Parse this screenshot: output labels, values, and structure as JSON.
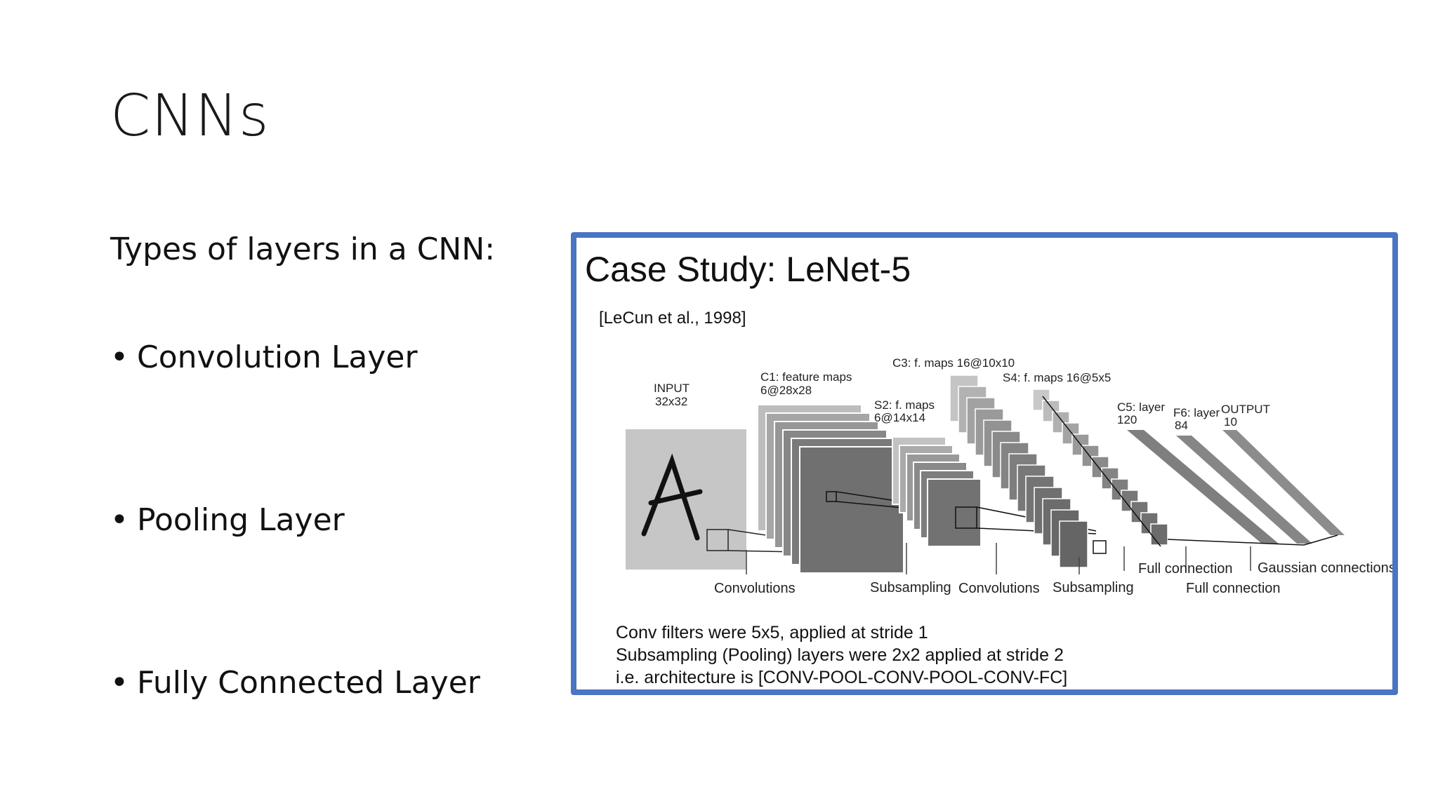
{
  "slide": {
    "title": "CNNs",
    "intro": "Types of layers in a CNN:",
    "bullets": [
      "Convolution Layer",
      "Pooling Layer",
      "Fully Connected Layer"
    ],
    "bullet_symbol": "•"
  },
  "figure": {
    "title": "Case Study: LeNet-5",
    "citation": "[LeCun et al., 1998]",
    "layer_labels": {
      "input": [
        "INPUT",
        "32x32"
      ],
      "c1": [
        "C1: feature maps",
        "6@28x28"
      ],
      "s2": [
        "S2: f. maps",
        "6@14x14"
      ],
      "c3": [
        "C3: f. maps 16@10x10"
      ],
      "s4": [
        "S4: f. maps 16@5x5"
      ],
      "c5": [
        "C5: layer",
        "120"
      ],
      "f6": [
        "F6: layer",
        "84"
      ],
      "output": [
        "OUTPUT",
        "10"
      ]
    },
    "operations": [
      "Convolutions",
      "Subsampling",
      "Convolutions",
      "Subsampling",
      "Full connection",
      "Full connection",
      "Gaussian connections"
    ],
    "notes": [
      "Conv filters were 5x5, applied at stride 1",
      "Subsampling (Pooling) layers were 2x2 applied at stride 2",
      "i.e. architecture is [CONV-POOL-CONV-POOL-CONV-FC]"
    ],
    "frame_color": "#4a74c4"
  }
}
